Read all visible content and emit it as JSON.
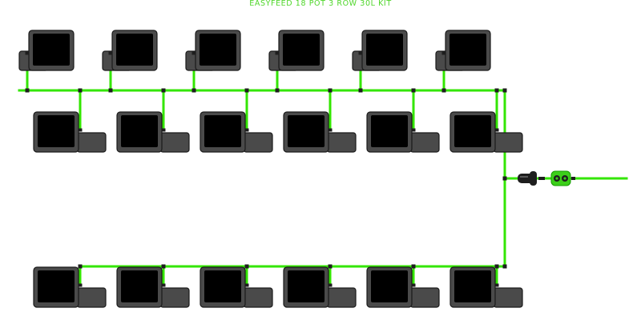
{
  "title": "EASYFEED 18 POT 3 ROW 30L KIT",
  "colors": {
    "tube": "#33e600",
    "tube_dark": "#159c00",
    "pot_body": "#4a4a4a",
    "pot_outline": "#1a1a1a",
    "pot_soil": "#000000",
    "fitting": "#1e1e1e",
    "valve": "#3ccf1a",
    "background": "#ffffff"
  },
  "rows": [
    {
      "name": "row-1",
      "pot_count": 6,
      "orientation": "dripper-left"
    },
    {
      "name": "row-2",
      "pot_count": 6,
      "orientation": "dripper-right"
    },
    {
      "name": "row-3",
      "pot_count": 6,
      "orientation": "dripper-right"
    }
  ],
  "components": [
    {
      "name": "pot",
      "icon": "pot-icon",
      "count": 18
    },
    {
      "name": "dripper",
      "icon": "dripper-icon",
      "count": 18
    },
    {
      "name": "inline-filter",
      "icon": "filter-icon",
      "count": 1
    },
    {
      "name": "tap-valve",
      "icon": "valve-icon",
      "count": 1
    }
  ]
}
